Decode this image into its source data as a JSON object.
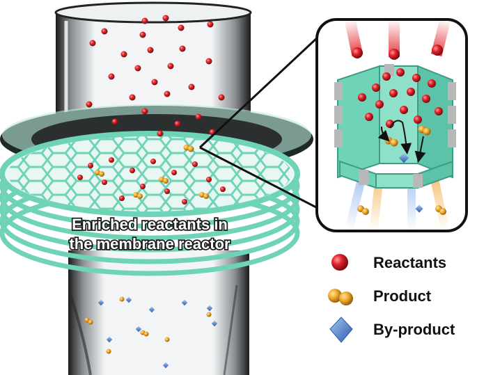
{
  "caption": {
    "line1": "Enriched reactants in",
    "line2": "the membrane reactor"
  },
  "legend": {
    "items": [
      {
        "label": "Reactants",
        "icon": "reactant-sphere-icon",
        "color": "#e0232a"
      },
      {
        "label": "Product",
        "icon": "product-dimer-icon",
        "color": "#f0a82a"
      },
      {
        "label": "By-product",
        "icon": "byproduct-diamond-icon",
        "color": "#4a86d8"
      }
    ]
  },
  "colors": {
    "membrane": "#6fd3b8",
    "membrane_dark": "#3e9c86",
    "glass": "#d9dde0",
    "frame": "#1a1a1a",
    "pillar": "#b8b8b8"
  }
}
